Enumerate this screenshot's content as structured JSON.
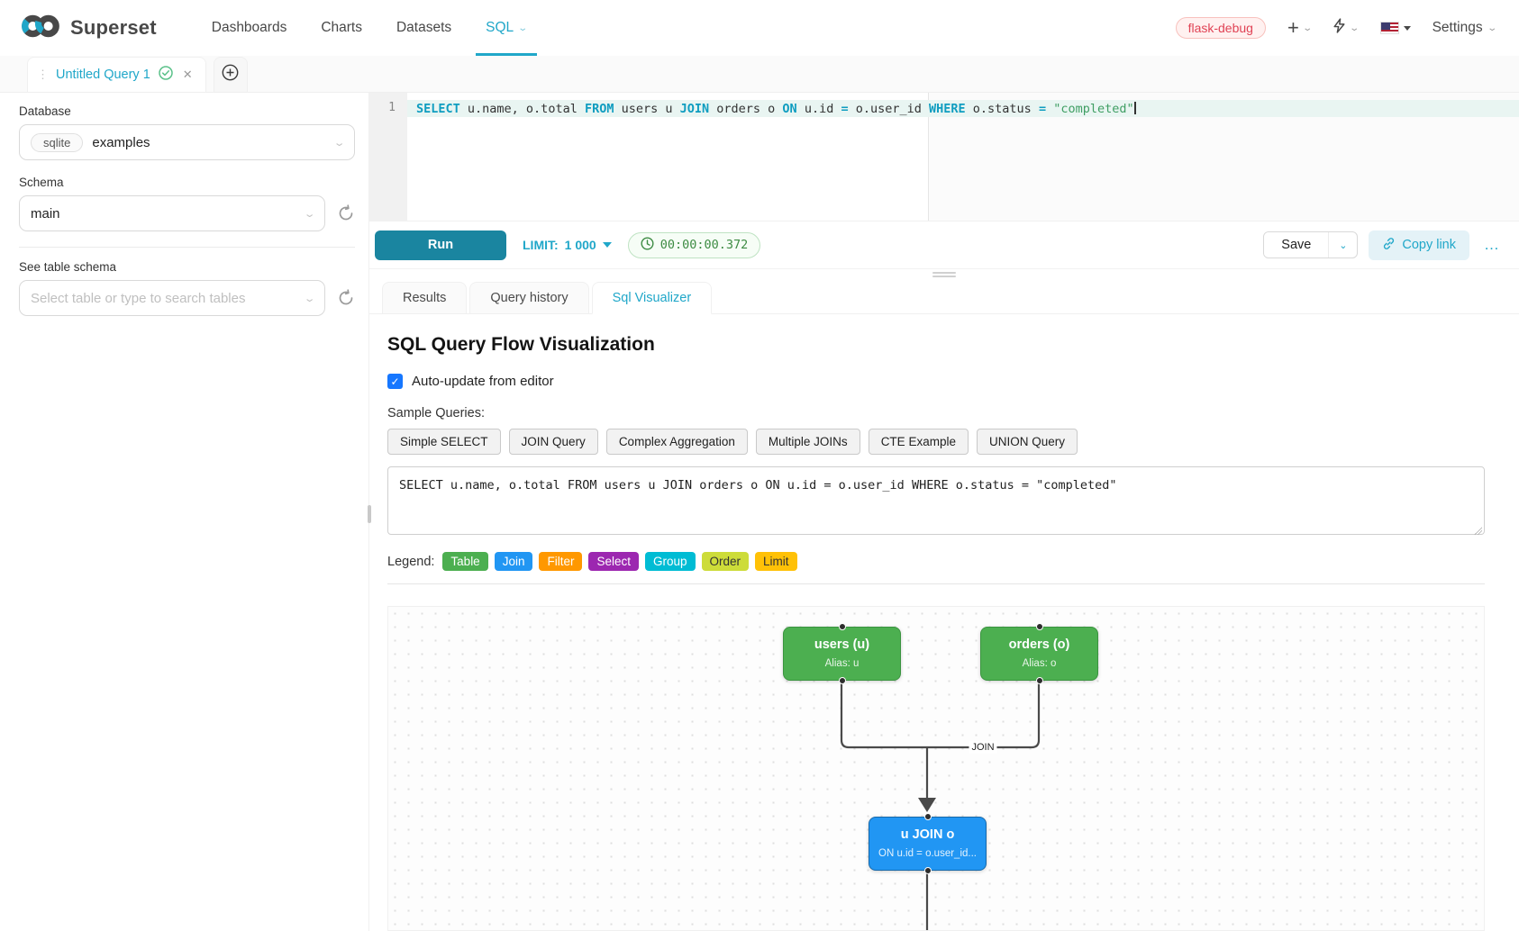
{
  "nav": {
    "brand": "Superset",
    "items": [
      "Dashboards",
      "Charts",
      "Datasets",
      "SQL"
    ],
    "active_item": "SQL",
    "env_badge": "flask-debug",
    "settings_label": "Settings",
    "accent_color": "#20a7c9"
  },
  "query_tab": {
    "title": "Untitled Query 1"
  },
  "sidebar": {
    "database_label": "Database",
    "database_type": "sqlite",
    "database_value": "examples",
    "schema_label": "Schema",
    "schema_value": "main",
    "table_label": "See table schema",
    "table_placeholder": "Select table or type to search tables"
  },
  "editor": {
    "line_number": "1",
    "tokens": [
      {
        "type": "kw",
        "text": "SELECT"
      },
      {
        "type": "plain",
        "text": " u.name, o.total "
      },
      {
        "type": "kw",
        "text": "FROM"
      },
      {
        "type": "plain",
        "text": " users u "
      },
      {
        "type": "kw",
        "text": "JOIN"
      },
      {
        "type": "plain",
        "text": " orders o "
      },
      {
        "type": "kw",
        "text": "ON"
      },
      {
        "type": "plain",
        "text": " u.id "
      },
      {
        "type": "op",
        "text": "="
      },
      {
        "type": "plain",
        "text": " o.user_id "
      },
      {
        "type": "kw",
        "text": "WHERE"
      },
      {
        "type": "plain",
        "text": " o.status "
      },
      {
        "type": "op",
        "text": "="
      },
      {
        "type": "plain",
        "text": " "
      },
      {
        "type": "str",
        "text": "\"completed\""
      }
    ]
  },
  "toolbar": {
    "run_label": "Run",
    "limit_label": "LIMIT:",
    "limit_value": "1 000",
    "timer": "00:00:00.372",
    "save_label": "Save",
    "copy_link_label": "Copy link",
    "more_label": "…"
  },
  "south_tabs": {
    "tabs": [
      "Results",
      "Query history",
      "Sql Visualizer"
    ],
    "active": "Sql Visualizer"
  },
  "visualizer": {
    "title": "SQL Query Flow Visualization",
    "auto_update_label": "Auto-update from editor",
    "auto_update_checked": true,
    "check_glyph": "✓",
    "sample_queries_label": "Sample Queries:",
    "sample_buttons": [
      "Simple SELECT",
      "JOIN Query",
      "Complex Aggregation",
      "Multiple JOINs",
      "CTE Example",
      "UNION Query"
    ],
    "sql_text": "SELECT u.name, o.total FROM users u JOIN orders o ON u.id = o.user_id WHERE o.status = \"completed\"",
    "legend_label": "Legend:",
    "legend_items": [
      {
        "label": "Table",
        "color": "#4caf50",
        "text_color": "#ffffff"
      },
      {
        "label": "Join",
        "color": "#2196f3",
        "text_color": "#ffffff"
      },
      {
        "label": "Filter",
        "color": "#ff9800",
        "text_color": "#ffffff"
      },
      {
        "label": "Select",
        "color": "#9c27b0",
        "text_color": "#ffffff"
      },
      {
        "label": "Group",
        "color": "#00bcd4",
        "text_color": "#ffffff"
      },
      {
        "label": "Order",
        "color": "#cddc39",
        "text_color": "#333333"
      },
      {
        "label": "Limit",
        "color": "#ffc107",
        "text_color": "#333333"
      }
    ],
    "diagram": {
      "nodes": {
        "users": {
          "title": "users (u)",
          "subtitle": "Alias: u",
          "color": "#4caf50",
          "border": "#3b9440"
        },
        "orders": {
          "title": "orders (o)",
          "subtitle": "Alias: o",
          "color": "#4caf50",
          "border": "#3b9440"
        },
        "join": {
          "title": "u JOIN o",
          "subtitle": "ON u.id = o.user_id...",
          "color": "#2196f3",
          "border": "#1769aa"
        }
      },
      "edge_label": "JOIN"
    }
  }
}
